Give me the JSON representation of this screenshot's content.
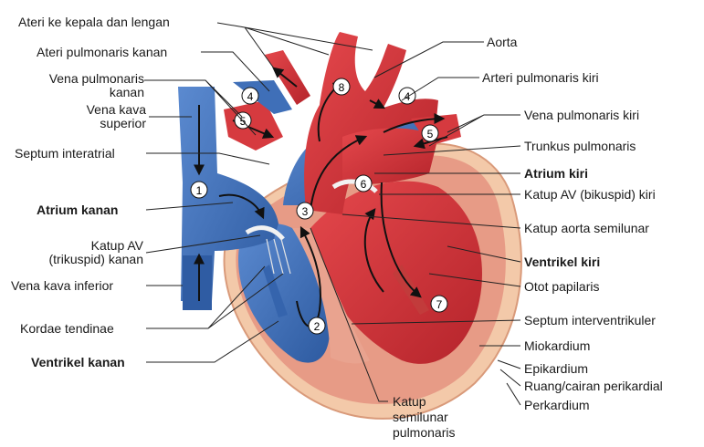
{
  "labels": {
    "ateri_kepala": "Ateri ke kepala dan lengan",
    "ateri_pulmonaris_kanan": "Ateri pulmonaris kanan",
    "vena_pulmonaris_kanan_1": "Vena pulmonaris",
    "vena_pulmonaris_kanan_2": "kanan",
    "vena_kava_superior_1": "Vena kava",
    "vena_kava_superior_2": "superior",
    "septum_interatrial": "Septum interatrial",
    "atrium_kanan": "Atrium kanan",
    "katup_av_kanan_1": "Katup AV",
    "katup_av_kanan_2": "(trikuspid) kanan",
    "vena_kava_inferior": "Vena kava inferior",
    "kordae_tendinae": "Kordae tendinae",
    "ventrikel_kanan": "Ventrikel kanan",
    "aorta": "Aorta",
    "arteri_pulmonaris_kiri": "Arteri pulmonaris kiri",
    "vena_pulmonaris_kiri": "Vena pulmonaris kiri",
    "trunkus_pulmonaris": "Trunkus pulmonaris",
    "atrium_kiri": "Atrium kiri",
    "katup_av_kiri": "Katup AV (bikuspid) kiri",
    "katup_aorta": "Katup aorta semilunar",
    "ventrikel_kiri": "Ventrikel kiri",
    "otot_papilaris": "Otot papilaris",
    "septum_interventrikuler": "Septum interventrikuler",
    "miokardium": "Miokardium",
    "epikardium": "Epikardium",
    "ruang_perikardial": "Ruang/cairan perikardial",
    "perkardium": "Perkardium",
    "katup_semilunar_1": "Katup",
    "katup_semilunar_2": "semilunar",
    "katup_semilunar_3": "pulmonaris"
  },
  "markers": [
    "1",
    "2",
    "3",
    "4",
    "4",
    "5",
    "5",
    "6",
    "7",
    "8"
  ],
  "colors": {
    "oxygenated": "#d9333a",
    "deoxygenated": "#3f6fb8",
    "myocardium": "#e9a08c",
    "pericardium": "#f3c9a9",
    "leader": "#222222"
  }
}
